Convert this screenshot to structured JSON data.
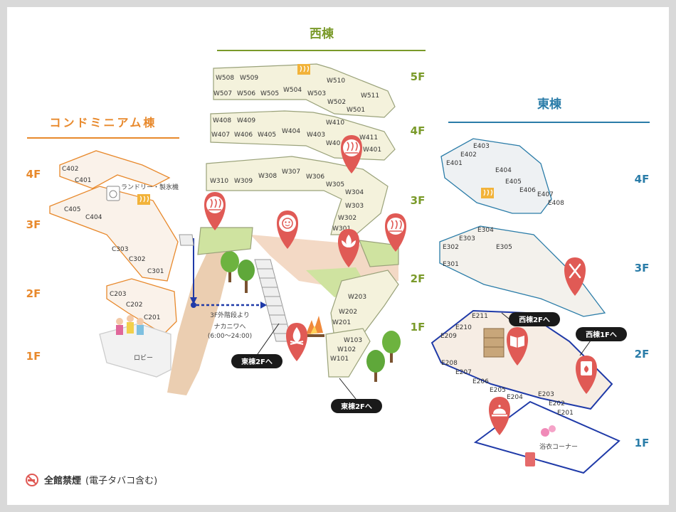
{
  "buildings": {
    "west": {
      "title": "西棟",
      "color": "#7a9a2a"
    },
    "condo": {
      "title": "コンドミニアム棟",
      "color": "#e8892c"
    },
    "east": {
      "title": "東棟",
      "color": "#2a7ca8"
    }
  },
  "floors": {
    "west": [
      "5F",
      "4F",
      "3F",
      "2F",
      "1F"
    ],
    "condo": [
      "4F",
      "3F",
      "2F",
      "1F"
    ],
    "east": [
      "4F",
      "3F",
      "2F",
      "1F"
    ]
  },
  "rooms": {
    "w5": [
      "W508",
      "W509",
      "W507",
      "W506",
      "W505",
      "W504",
      "W503",
      "W502",
      "W501",
      "W510",
      "W511"
    ],
    "w4": [
      "W408",
      "W409",
      "W407",
      "W406",
      "W405",
      "W404",
      "W403",
      "W410",
      "W411",
      "W401",
      "W40"
    ],
    "w3": [
      "W310",
      "W309",
      "W308",
      "W307",
      "W306",
      "W305",
      "W304",
      "W303",
      "W302",
      "W301"
    ],
    "w2": [
      "W203",
      "W202",
      "W201"
    ],
    "w1": [
      "W103",
      "W102",
      "W101"
    ],
    "c4": [
      "C402",
      "C401"
    ],
    "c3": [
      "C405",
      "C404",
      "C303",
      "C302",
      "C301"
    ],
    "c2": [
      "C203",
      "C202",
      "C201"
    ],
    "e4": [
      "E403",
      "E402",
      "E401",
      "E404",
      "E405",
      "E406",
      "E407",
      "E408"
    ],
    "e3": [
      "E304",
      "E303",
      "E302",
      "E305",
      "E301"
    ],
    "e2": [
      "E211",
      "E210",
      "E209",
      "E208",
      "E207",
      "E206",
      "E205",
      "E204",
      "E203",
      "E202",
      "E201"
    ]
  },
  "labels": {
    "laundry": "ランドリー・製氷機",
    "lobby": "ロビー",
    "nakaniwa_from": "3F外階段より",
    "nakaniwa_to": "ナカニワへ",
    "nakaniwa_hours": "(6:00〜24:00)",
    "yukata": "浴衣コーナー"
  },
  "callouts": {
    "to_east2f_a": "東棟2Fへ",
    "to_east2f_b": "東棟2Fへ",
    "to_west2f": "西棟2Fへ",
    "to_west1f": "西棟1Fへ"
  },
  "footer": {
    "main": "全館禁煙",
    "sub": "(電子タバコ含む)"
  },
  "colors": {
    "pin": "#e05a55",
    "callout_bg": "#1a1a1a",
    "path": "#1f3aa8",
    "walkway": "#e9c9a8",
    "grass": "#cfe3a0"
  }
}
